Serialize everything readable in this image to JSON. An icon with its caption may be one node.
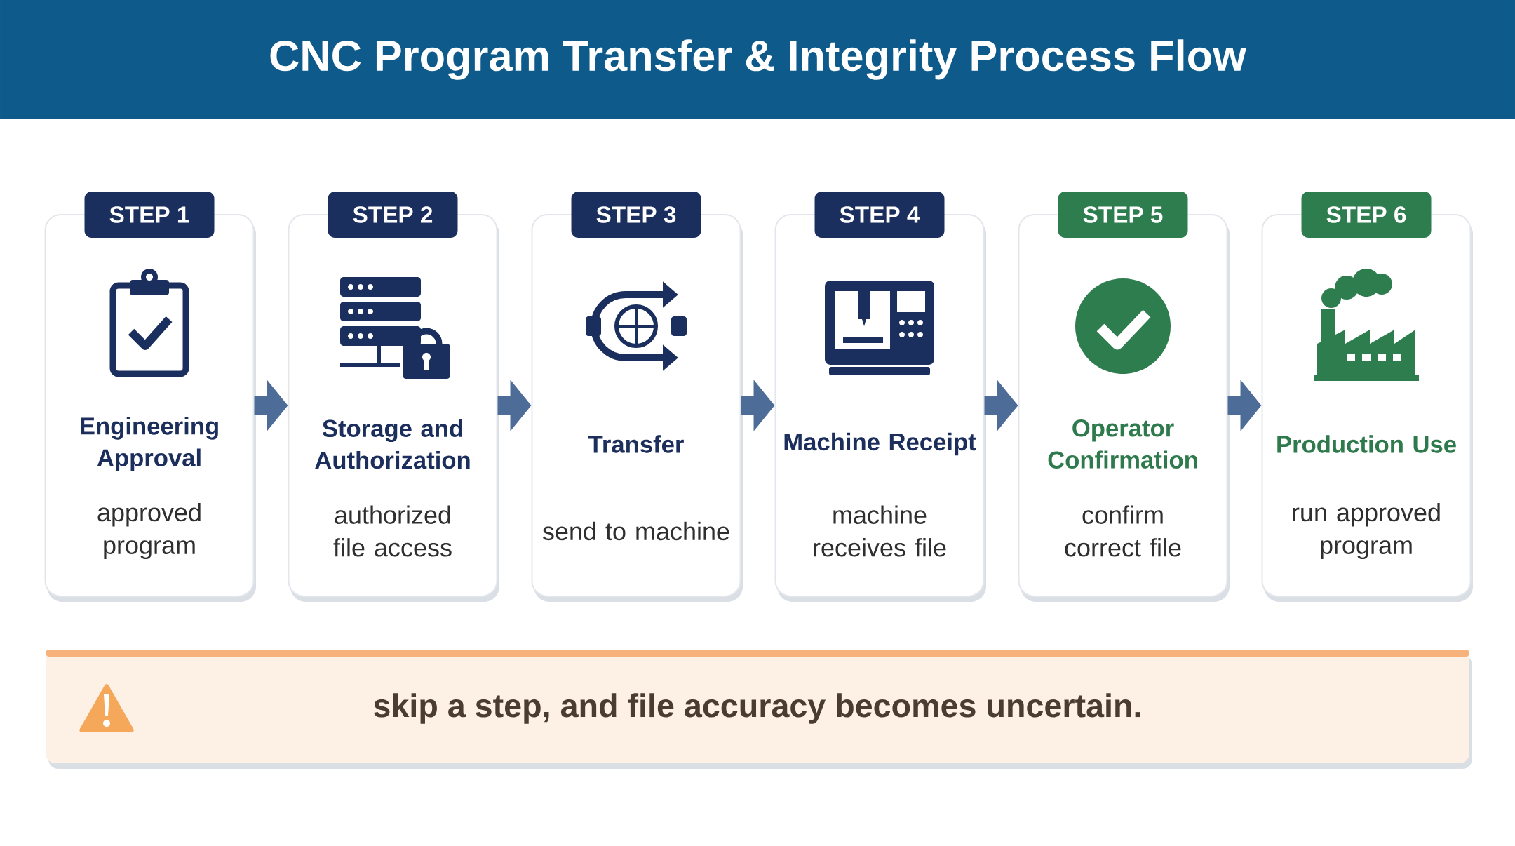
{
  "diagram": {
    "title": "CNC Program Transfer & Integrity Process Flow",
    "nodes": [
      {
        "text": [
          "STEP 1",
          "Engineering Approval",
          "approved program"
        ]
      },
      {
        "text": [
          "STEP 2",
          "Storage and Authorization",
          "authorized file access"
        ]
      },
      {
        "text": [
          "STEP 3",
          "Transfer",
          "send to machine"
        ]
      },
      {
        "text": [
          "STEP 4",
          "Machine Receipt",
          "machine receives file"
        ]
      },
      {
        "text": [
          "STEP 5",
          "Operator Confirmation",
          "confirm correct file"
        ]
      },
      {
        "text": [
          "STEP 6",
          "Production Use",
          "run approved program"
        ]
      },
      {
        "text": [
          "skip a step, and file accuracy becomes uncertain."
        ]
      }
    ],
    "edges": [
      {
        "from": 0,
        "to": 1,
        "arrow": "to"
      },
      {
        "from": 1,
        "to": 2,
        "arrow": "to"
      },
      {
        "from": 2,
        "to": 3,
        "arrow": "to"
      },
      {
        "from": 3,
        "to": 4,
        "arrow": "to"
      },
      {
        "from": 4,
        "to": 5,
        "arrow": "to"
      }
    ]
  }
}
